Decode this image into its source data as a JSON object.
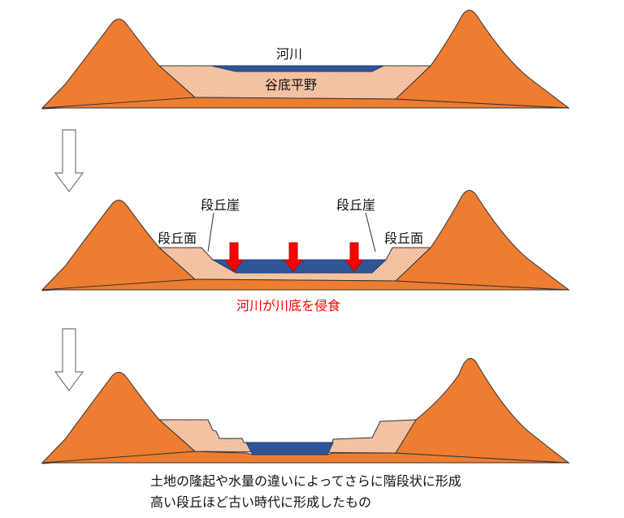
{
  "colors": {
    "mountain": "#ED7D31",
    "sediment": "#F8CBAD",
    "river": "#2F5597",
    "outline": "#333333",
    "arrow_red": "#FF0000",
    "caption_red": "#FF0000"
  },
  "stage1": {
    "river_label": "河川",
    "plain_label": "谷底平野"
  },
  "stage2": {
    "cliff_label_left": "段丘崖",
    "cliff_label_right": "段丘崖",
    "surface_label_left": "段丘面",
    "surface_label_right": "段丘面",
    "erosion_caption": "河川が川底を侵食"
  },
  "caption": {
    "line1": "土地の隆起や水量の違いによってさらに階段状に形成",
    "line2": "高い段丘ほど古い時代に形成したもの"
  }
}
